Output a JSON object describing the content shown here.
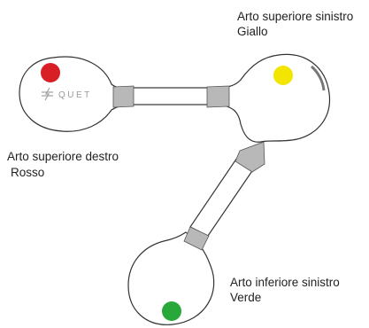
{
  "device": {
    "brand": "QUET",
    "limbs": [
      {
        "id": "upper-right",
        "title": "Arto superiore destro",
        "color_name": "Rosso",
        "color": "#d81f26"
      },
      {
        "id": "upper-left",
        "title": "Arto superiore sinistro",
        "color_name": "Giallo",
        "color": "#f2e500"
      },
      {
        "id": "lower-left",
        "title": "Arto inferiore sinistro",
        "color_name": "Verde",
        "color": "#29a83a"
      }
    ]
  }
}
